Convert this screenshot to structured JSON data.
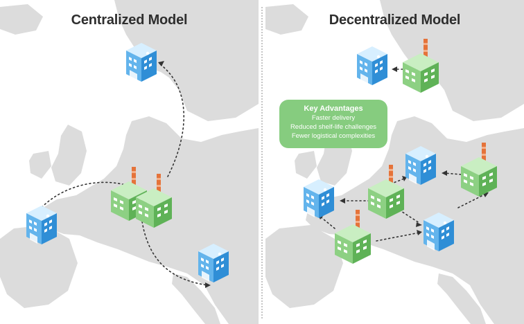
{
  "centralized": {
    "title": "Centralized Model"
  },
  "decentralized": {
    "title": "Decentralized Model",
    "key_advantages": {
      "heading": "Key Advantages",
      "items": [
        "Faster delivery",
        "Reduced shelf-life challenges",
        "Fewer logistical complexities"
      ]
    }
  },
  "colors": {
    "land": "#dcdcdc",
    "sea": "#ffffff",
    "building": "#5aaee8",
    "factory": "#79c66f",
    "chimney": "#e5733a",
    "callout": "#86cc7f",
    "route": "#333333"
  }
}
